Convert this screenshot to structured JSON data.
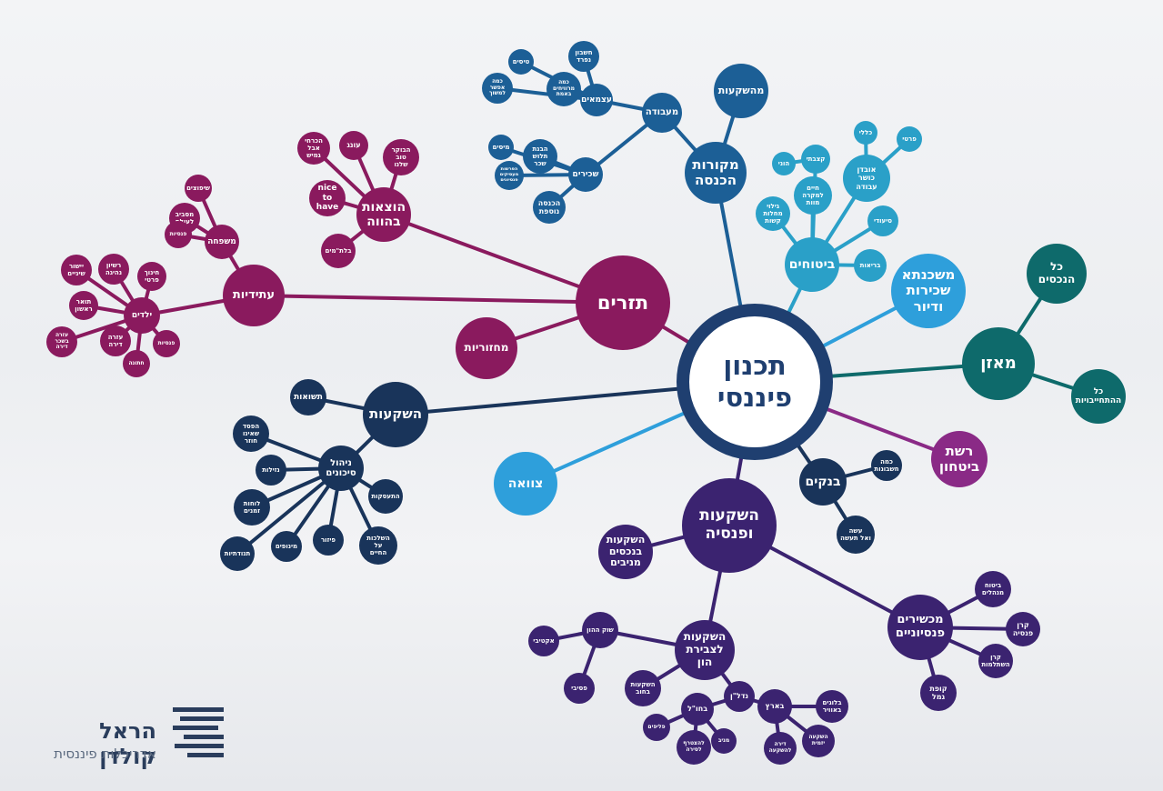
{
  "colors": {
    "blue": "#1c5f96",
    "cyan": "#2aa0c8",
    "light_blue": "#2e9fdb",
    "teal": "#0e6a6b",
    "plum": "#8a1a5e",
    "magenta": "#8a2a86",
    "navy": "#19345a",
    "purple": "#3b2370",
    "center": "#1f3f70"
  },
  "brand": {
    "name": "הראל קולדן",
    "subtitle": "אדריכלות פיננסית"
  },
  "nodes": [
    {
      "id": "center",
      "label": "תכנון\nפיננסי",
      "color": "center"
    },
    {
      "id": "mekorot",
      "label": "מקורות\nהכנסה",
      "color": "blue"
    },
    {
      "id": "mahashkaot",
      "label": "מהשקעות",
      "color": "blue"
    },
    {
      "id": "meavoda",
      "label": "מעבודה",
      "color": "blue"
    },
    {
      "id": "atzmaim",
      "label": "עצמאים",
      "color": "blue"
    },
    {
      "id": "heshbon",
      "label": "חשבון\nנפרד",
      "color": "blue"
    },
    {
      "id": "tisim",
      "label": "טיסים",
      "color": "blue"
    },
    {
      "id": "kama_efshar",
      "label": "כמה\nאפשר\nלמשוך",
      "color": "blue"
    },
    {
      "id": "kama_marvihim",
      "label": "כמה\nמרוויחים\nבאמת",
      "color": "blue"
    },
    {
      "id": "sehirim",
      "label": "שכירים",
      "color": "blue"
    },
    {
      "id": "misim",
      "label": "מיסים",
      "color": "blue"
    },
    {
      "id": "havanat",
      "label": "הבנת\nתלוש\nשכר",
      "color": "blue"
    },
    {
      "id": "hafrashot",
      "label": "הפרשות\nמעסיקים\nפנסיונים",
      "color": "blue"
    },
    {
      "id": "hachnasa_nosefet",
      "label": "הכנסה\nנוספת",
      "color": "blue"
    },
    {
      "id": "bituhim",
      "label": "ביטוחים",
      "color": "cyan"
    },
    {
      "id": "klali",
      "label": "כללי",
      "color": "cyan"
    },
    {
      "id": "prati",
      "label": "פרטי",
      "color": "cyan"
    },
    {
      "id": "ovdan",
      "label": "אובדן\nכושר\nעבודה",
      "color": "cyan"
    },
    {
      "id": "kitzbati",
      "label": "קצבתי",
      "color": "cyan"
    },
    {
      "id": "honi",
      "label": "הוני",
      "color": "cyan"
    },
    {
      "id": "haim",
      "label": "חיים\nלמקרה\nמוות",
      "color": "cyan"
    },
    {
      "id": "giluy",
      "label": "גילוי\nמחלות\nקשות",
      "color": "cyan"
    },
    {
      "id": "siudi",
      "label": "סיעודי",
      "color": "cyan"
    },
    {
      "id": "briut",
      "label": "בריאות",
      "color": "cyan"
    },
    {
      "id": "mashkanta",
      "label": "משכנתא\nשכירות\nודיור",
      "color": "light_blue"
    },
    {
      "id": "tzavaa",
      "label": "צוואה",
      "color": "light_blue"
    },
    {
      "id": "maazan",
      "label": "מאזן",
      "color": "teal"
    },
    {
      "id": "kol_hachnasot",
      "label": "כל\nהנכסים",
      "color": "teal"
    },
    {
      "id": "kol_hithayvuyot",
      "label": "כל\nההתחייבויות",
      "color": "teal"
    },
    {
      "id": "reshet",
      "label": "רשת\nביטחון",
      "color": "magenta"
    },
    {
      "id": "tzrim",
      "label": "תזרים",
      "color": "plum"
    },
    {
      "id": "mahzoriot",
      "label": "מחזוריות",
      "color": "plum"
    },
    {
      "id": "hotzaot",
      "label": "הוצאות\nבהווה",
      "color": "plum"
    },
    {
      "id": "oneg",
      "label": "עונג",
      "color": "plum"
    },
    {
      "id": "hechrehi",
      "label": "הכרחי\nאבל\nגמיש",
      "color": "plum"
    },
    {
      "id": "haboker",
      "label": "הבוקר\nטוב\nשלנו",
      "color": "plum"
    },
    {
      "id": "nice",
      "label": "nice\nto\nhave",
      "color": "plum"
    },
    {
      "id": "baltamim",
      "label": "בלת\"מים",
      "color": "plum"
    },
    {
      "id": "atidiyot",
      "label": "עתידיות",
      "color": "plum"
    },
    {
      "id": "mishpaha",
      "label": "משפחה",
      "color": "plum"
    },
    {
      "id": "shipuzim",
      "label": "שיפוצים",
      "color": "plum"
    },
    {
      "id": "misaviv",
      "label": "מסביב\nלעולם",
      "color": "plum"
    },
    {
      "id": "pensiot",
      "label": "פנסיות",
      "color": "plum"
    },
    {
      "id": "yeladim",
      "label": "ילדים",
      "color": "plum"
    },
    {
      "id": "yishur",
      "label": "יישור\nשיניים",
      "color": "plum"
    },
    {
      "id": "rishayon",
      "label": "רשיון\nנהיגה",
      "color": "plum"
    },
    {
      "id": "hinuch",
      "label": "חינוך\nפרטי",
      "color": "plum"
    },
    {
      "id": "toar",
      "label": "תואר\nראשון",
      "color": "plum"
    },
    {
      "id": "pnasiot_y",
      "label": "פנסיות",
      "color": "plum"
    },
    {
      "id": "ezra",
      "label": "עזרה\nבשכר\nדירה",
      "color": "plum"
    },
    {
      "id": "ezra_dira",
      "label": "עזרה\nדירה",
      "color": "plum"
    },
    {
      "id": "hatuna",
      "label": "חתונה",
      "color": "plum"
    },
    {
      "id": "hashkaot",
      "label": "השקעות",
      "color": "navy"
    },
    {
      "id": "tshuot",
      "label": "תשואות",
      "color": "navy"
    },
    {
      "id": "nihul",
      "label": "ניהול\nסיכונים",
      "color": "navy"
    },
    {
      "id": "hefsed",
      "label": "הפסד\nשאינו\nחוזר",
      "color": "navy"
    },
    {
      "id": "nezilut",
      "label": "נזילות",
      "color": "navy"
    },
    {
      "id": "taasukot",
      "label": "התעסקות",
      "color": "navy"
    },
    {
      "id": "luhot",
      "label": "לוחות\nזמנים",
      "color": "navy"
    },
    {
      "id": "hashlachot",
      "label": "השלכות\nעל\nהחיים",
      "color": "navy"
    },
    {
      "id": "pizur",
      "label": "פיזור",
      "color": "navy"
    },
    {
      "id": "minufim",
      "label": "מינופים",
      "color": "navy"
    },
    {
      "id": "tnudatiyut",
      "label": "תנודתיות",
      "color": "navy"
    },
    {
      "id": "bankim",
      "label": "בנקים",
      "color": "navy"
    },
    {
      "id": "kama_heshbonot",
      "label": "כמה\nחשבונות",
      "color": "navy"
    },
    {
      "id": "ase",
      "label": "עשה\nואל תעשה",
      "color": "navy"
    },
    {
      "id": "hashkaot_pensia",
      "label": "השקעות\nופנסיה",
      "color": "purple"
    },
    {
      "id": "bnechasim",
      "label": "השקעות\nבנכסים\nמניבים",
      "color": "purple"
    },
    {
      "id": "mahshirim",
      "label": "מכשירים\nפנסיוניים",
      "color": "purple"
    },
    {
      "id": "bituah_menahalim",
      "label": "ביטוח\nמנהלים",
      "color": "purple"
    },
    {
      "id": "keren_pensia",
      "label": "קרן\nפנסיה",
      "color": "purple"
    },
    {
      "id": "keren_hishtalmut",
      "label": "קרן\nהשתלמות",
      "color": "purple"
    },
    {
      "id": "kupat_gemel",
      "label": "קופת\nגמל",
      "color": "purple"
    },
    {
      "id": "tzvirat",
      "label": "השקעות\nלצבירת\nהון",
      "color": "purple"
    },
    {
      "id": "shuk_hahon",
      "label": "שוק ההון",
      "color": "purple"
    },
    {
      "id": "aktivi",
      "label": "אקטיבי",
      "color": "purple"
    },
    {
      "id": "pasivi",
      "label": "פסיבי",
      "color": "purple"
    },
    {
      "id": "bahov",
      "label": "השקעות\nבחוב",
      "color": "purple"
    },
    {
      "id": "nadlan",
      "label": "נדל\"ן",
      "color": "purple"
    },
    {
      "id": "baaretz",
      "label": "בארץ",
      "color": "purple"
    },
    {
      "id": "blogim",
      "label": "בלוגים\nבאוויר",
      "color": "purple"
    },
    {
      "id": "yazmit",
      "label": "השקעה\nיזמית",
      "color": "purple"
    },
    {
      "id": "dira_lehashkaa",
      "label": "דירה\nלהשקעה",
      "color": "purple"
    },
    {
      "id": "bahul",
      "label": "בחו\"ל",
      "color": "purple"
    },
    {
      "id": "flipim",
      "label": "פליפים",
      "color": "purple"
    },
    {
      "id": "lehatztaref",
      "label": "להצטרף\nלסירה",
      "color": "purple"
    },
    {
      "id": "mniv",
      "label": "מניב",
      "color": "purple"
    }
  ],
  "edges": [
    [
      "center",
      "mekorot"
    ],
    [
      "center",
      "bituhim"
    ],
    [
      "center",
      "mashkanta"
    ],
    [
      "center",
      "maazan"
    ],
    [
      "center",
      "reshet"
    ],
    [
      "center",
      "bankim"
    ],
    [
      "center",
      "hashkaot_pensia"
    ],
    [
      "center",
      "tzavaa"
    ],
    [
      "center",
      "hashkaot"
    ],
    [
      "center",
      "tzrim"
    ],
    [
      "mekorot",
      "mahashkaot"
    ],
    [
      "mekorot",
      "meavoda"
    ],
    [
      "meavoda",
      "atzmaim"
    ],
    [
      "meavoda",
      "sehirim"
    ],
    [
      "atzmaim",
      "heshbon"
    ],
    [
      "atzmaim",
      "tisim"
    ],
    [
      "atzmaim",
      "kama_efshar"
    ],
    [
      "atzmaim",
      "kama_marvihim"
    ],
    [
      "sehirim",
      "misim"
    ],
    [
      "sehirim",
      "havanat"
    ],
    [
      "sehirim",
      "hafrashot"
    ],
    [
      "sehirim",
      "hachnasa_nosefet"
    ],
    [
      "bituhim",
      "ovdan"
    ],
    [
      "bituhim",
      "siudi"
    ],
    [
      "bituhim",
      "briut"
    ],
    [
      "bituhim",
      "giluy"
    ],
    [
      "bituhim",
      "haim"
    ],
    [
      "bituhim",
      "kitzbati"
    ],
    [
      "ovdan",
      "klali"
    ],
    [
      "ovdan",
      "prati"
    ],
    [
      "kitzbati",
      "honi"
    ],
    [
      "maazan",
      "kol_hachnasot"
    ],
    [
      "maazan",
      "kol_hithayvuyot"
    ],
    [
      "bankim",
      "kama_heshbonot"
    ],
    [
      "bankim",
      "ase"
    ],
    [
      "tzrim",
      "mahzoriot"
    ],
    [
      "tzrim",
      "hotzaot"
    ],
    [
      "tzrim",
      "atidiyot"
    ],
    [
      "hotzaot",
      "oneg"
    ],
    [
      "hotzaot",
      "hechrehi"
    ],
    [
      "hotzaot",
      "haboker"
    ],
    [
      "hotzaot",
      "nice"
    ],
    [
      "hotzaot",
      "baltamim"
    ],
    [
      "atidiyot",
      "mishpaha"
    ],
    [
      "atidiyot",
      "yeladim"
    ],
    [
      "mishpaha",
      "shipuzim"
    ],
    [
      "mishpaha",
      "misaviv"
    ],
    [
      "mishpaha",
      "pensiot"
    ],
    [
      "yeladim",
      "yishur"
    ],
    [
      "yeladim",
      "rishayon"
    ],
    [
      "yeladim",
      "hinuch"
    ],
    [
      "yeladim",
      "toar"
    ],
    [
      "yeladim",
      "pnasiot_y"
    ],
    [
      "yeladim",
      "ezra"
    ],
    [
      "yeladim",
      "ezra_dira"
    ],
    [
      "yeladim",
      "hatuna"
    ],
    [
      "hashkaot",
      "tshuot"
    ],
    [
      "hashkaot",
      "nihul"
    ],
    [
      "nihul",
      "hefsed"
    ],
    [
      "nihul",
      "nezilut"
    ],
    [
      "nihul",
      "taasukot"
    ],
    [
      "nihul",
      "luhot"
    ],
    [
      "nihul",
      "hashlachot"
    ],
    [
      "nihul",
      "pizur"
    ],
    [
      "nihul",
      "minufim"
    ],
    [
      "nihul",
      "tnudatiyut"
    ],
    [
      "hashkaot_pensia",
      "bnechasim"
    ],
    [
      "hashkaot_pensia",
      "mahshirim"
    ],
    [
      "hashkaot_pensia",
      "tzvirat"
    ],
    [
      "mahshirim",
      "bituah_menahalim"
    ],
    [
      "mahshirim",
      "keren_pensia"
    ],
    [
      "mahshirim",
      "keren_hishtalmut"
    ],
    [
      "mahshirim",
      "kupat_gemel"
    ],
    [
      "tzvirat",
      "shuk_hahon"
    ],
    [
      "tzvirat",
      "bahov"
    ],
    [
      "tzvirat",
      "nadlan"
    ],
    [
      "shuk_hahon",
      "aktivi"
    ],
    [
      "shuk_hahon",
      "pasivi"
    ],
    [
      "nadlan",
      "baaretz"
    ],
    [
      "nadlan",
      "bahul"
    ],
    [
      "baaretz",
      "blogim"
    ],
    [
      "baaretz",
      "yazmit"
    ],
    [
      "baaretz",
      "dira_lehashkaa"
    ],
    [
      "bahul",
      "flipim"
    ],
    [
      "bahul",
      "lehatztaref"
    ],
    [
      "bahul",
      "mniv"
    ]
  ]
}
